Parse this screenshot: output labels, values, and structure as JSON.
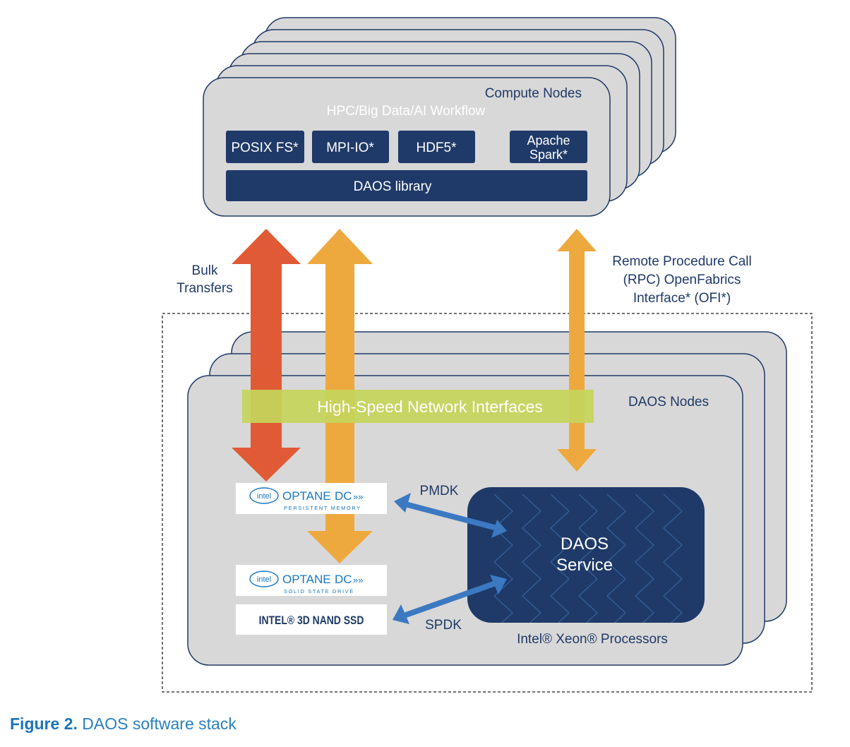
{
  "compute": {
    "label": "Compute Nodes",
    "workflow": "HPC/Big Data/AI Workflow",
    "apis": [
      "POSIX FS*",
      "MPI-IO*",
      "HDF5*"
    ],
    "spark_line1": "Apache",
    "spark_line2": "Spark*",
    "library": "DAOS library"
  },
  "arrows": {
    "bulk_line1": "Bulk",
    "bulk_line2": "Transfers",
    "rpc_line1": "Remote Procedure Call",
    "rpc_line2": "(RPC) OpenFabrics",
    "rpc_line3": "Interface* (OFI*)"
  },
  "daos_nodes": {
    "label": "DAOS Nodes",
    "network": "High-Speed Network Interfaces",
    "pmdk": "PMDK",
    "spdk": "SPDK",
    "service_line1": "DAOS",
    "service_line2": "Service",
    "processor": "Intel® Xeon® Processors"
  },
  "storage": {
    "intel_logo": "intel",
    "optane_word": "OPTANE",
    "dc_word": "DC",
    "pmem_sub": "PERSISTENT MEMORY",
    "ssd_sub": "SOLID STATE DRIVE",
    "nand_label": "INTEL® 3D NAND SSD"
  },
  "caption": {
    "figure": "Figure 2.",
    "text": "DAOS software stack"
  },
  "colors": {
    "navy": "#1f3a68",
    "panel": "#d9d8d8",
    "bulk_arrow": "#e05a35",
    "rpc_arrow": "#eea93e",
    "network_band": "#c5d45a",
    "blue_arrow": "#3b79c2"
  }
}
